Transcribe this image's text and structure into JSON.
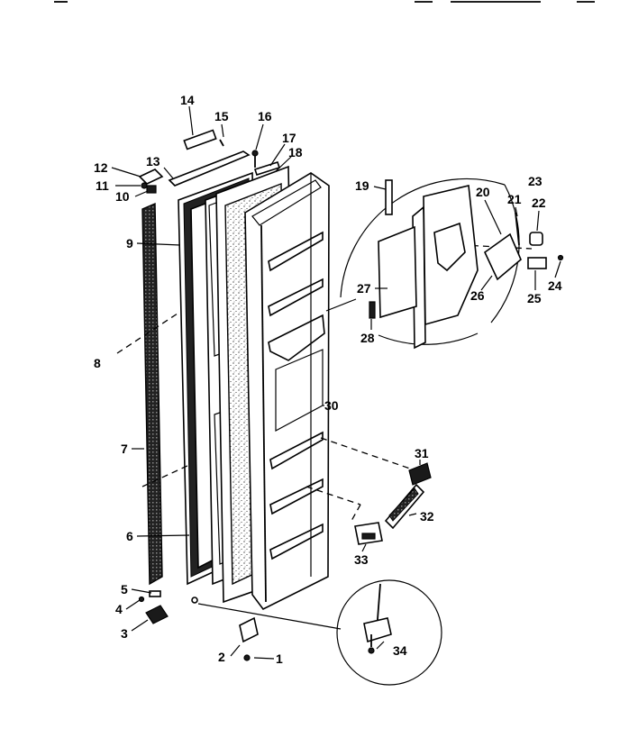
{
  "callouts": {
    "c1": "1",
    "c2": "2",
    "c3": "3",
    "c4": "4",
    "c5": "5",
    "c6": "6",
    "c7": "7",
    "c8": "8",
    "c9": "9",
    "c10": "10",
    "c11": "11",
    "c12": "12",
    "c13": "13",
    "c14": "14",
    "c15": "15",
    "c16": "16",
    "c17": "17",
    "c18": "18",
    "c19": "19",
    "c20": "20",
    "c21": "21",
    "c22": "22",
    "c23": "23",
    "c24": "24",
    "c25": "25",
    "c26": "26",
    "c27": "27",
    "c28": "28",
    "c30": "30",
    "c31": "31",
    "c32": "32",
    "c33": "33",
    "c34": "34"
  }
}
